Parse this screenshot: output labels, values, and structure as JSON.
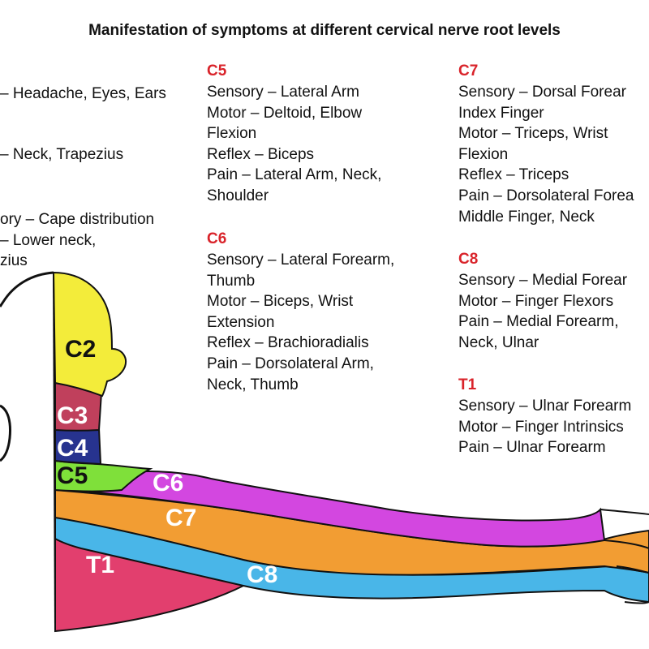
{
  "title": "Manifestation of symptoms at different cervical nerve root levels",
  "left_column": {
    "lines": [
      "– Headache, Eyes, Ears",
      "– Neck, Trapezius",
      "ory – Cape distribution",
      "– Lower neck,",
      "zius"
    ]
  },
  "sections": {
    "c5": {
      "heading": "C5",
      "lines": [
        "Sensory – Lateral Arm",
        "Motor – Deltoid, Elbow",
        "Flexion",
        "Reflex – Biceps",
        "Pain – Lateral Arm, Neck,",
        "Shoulder"
      ]
    },
    "c6": {
      "heading": "C6",
      "lines": [
        "Sensory – Lateral Forearm,",
        "Thumb",
        "Motor – Biceps, Wrist",
        "Extension",
        "Reflex – Brachioradialis",
        "Pain – Dorsolateral Arm,",
        "Neck, Thumb"
      ]
    },
    "c7": {
      "heading": "C7",
      "lines": [
        "Sensory – Dorsal Forear",
        "Index Finger",
        "Motor – Triceps, Wrist",
        "Flexion",
        "Reflex – Triceps",
        "Pain – Dorsolateral Forea",
        "Middle Finger, Neck"
      ]
    },
    "c8": {
      "heading": "C8",
      "lines": [
        "Sensory – Medial Forear",
        "Motor – Finger Flexors",
        "Pain – Medial Forearm,",
        "Neck, Ulnar"
      ]
    },
    "t1": {
      "heading": "T1",
      "lines": [
        "Sensory – Ulnar Forearm",
        "Motor – Finger Intrinsics",
        "Pain – Ulnar Forearm"
      ]
    }
  },
  "diagram": {
    "labels": {
      "c2": "C2",
      "c3": "C3",
      "c4": "C4",
      "c5": "C5",
      "c6": "C6",
      "c7": "C7",
      "c8": "C8",
      "t1": "T1"
    },
    "colors": {
      "c2": "#f3ec3a",
      "c3": "#c0405c",
      "c4": "#27338f",
      "c5": "#7fe03a",
      "c6": "#d347e0",
      "c7": "#f29d33",
      "c8": "#49b6e8",
      "t1": "#e23f6e",
      "heading": "#d9232a"
    }
  }
}
